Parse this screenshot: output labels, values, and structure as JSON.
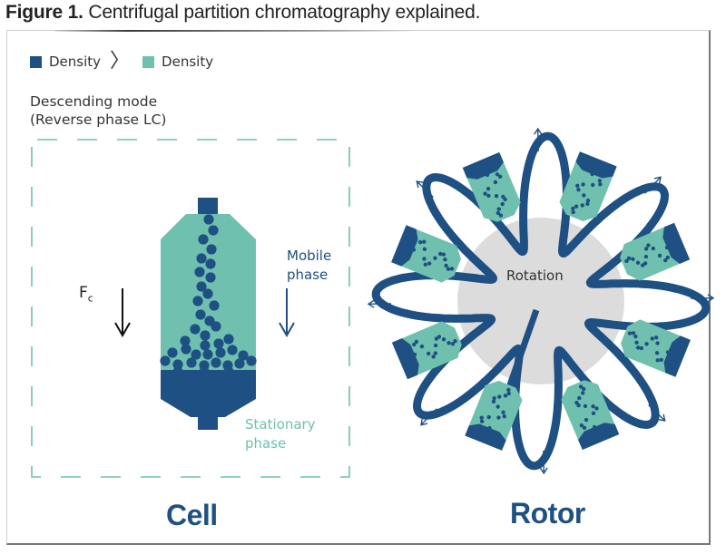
{
  "caption": {
    "label": "Figure 1.",
    "text": "Centrifugal partition chromatography explained."
  },
  "legend": {
    "left_label": "Density",
    "comparator": ">",
    "right_label": "Density",
    "left_color": "#1f5083",
    "right_color": "#6fc0ae"
  },
  "cell_panel": {
    "mode_line1": "Descending mode",
    "mode_line2": "(Reverse phase LC)",
    "force_label": "F",
    "force_subscript": "c",
    "mobile_line1": "Mobile",
    "mobile_line2": "phase",
    "stationary_line1": "Stationary",
    "stationary_line2": "phase",
    "title": "Cell"
  },
  "rotor_panel": {
    "center_label": "Rotation",
    "title": "Rotor"
  },
  "colors": {
    "dark": "#1f5083",
    "light": "#6fc0ae",
    "hub": "#dcdcdc",
    "dash": "#6fc0ae"
  }
}
